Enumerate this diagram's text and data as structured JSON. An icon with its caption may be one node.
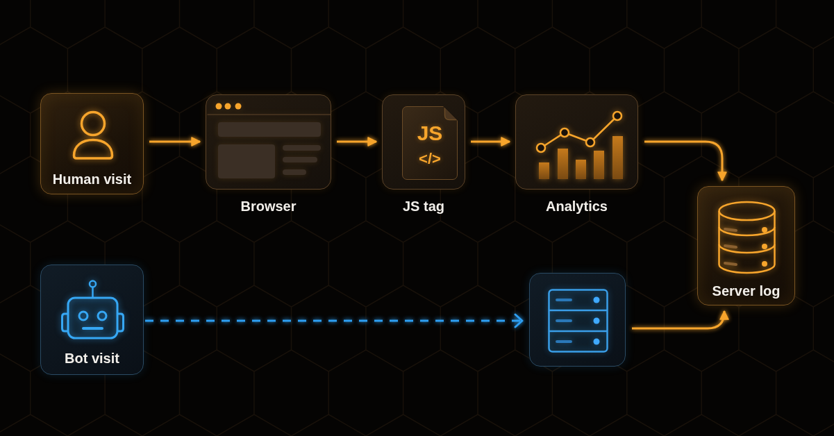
{
  "diagram": {
    "nodes": [
      {
        "text": [
          "Human visit"
        ]
      },
      {
        "text": [
          "Browser"
        ]
      },
      {
        "text": [
          "JS",
          "</>",
          "JS tag"
        ]
      },
      {
        "text": [
          "Analytics"
        ]
      },
      {
        "text": [
          "Server log"
        ]
      },
      {
        "text": [
          "Bot visit"
        ]
      },
      {
        "text": [],
        "shape": "box"
      }
    ],
    "edges": [
      {
        "from": 0,
        "to": 1,
        "arrow": "to"
      },
      {
        "from": 1,
        "to": 2,
        "arrow": "to"
      },
      {
        "from": 2,
        "to": 3,
        "arrow": "to"
      },
      {
        "from": 3,
        "to": 4,
        "arrow": "to"
      },
      {
        "from": 5,
        "to": 6,
        "arrow": "to",
        "style": "dashed",
        "color": "#2e9ff2"
      },
      {
        "from": 6,
        "to": 4,
        "arrow": "to"
      }
    ]
  }
}
